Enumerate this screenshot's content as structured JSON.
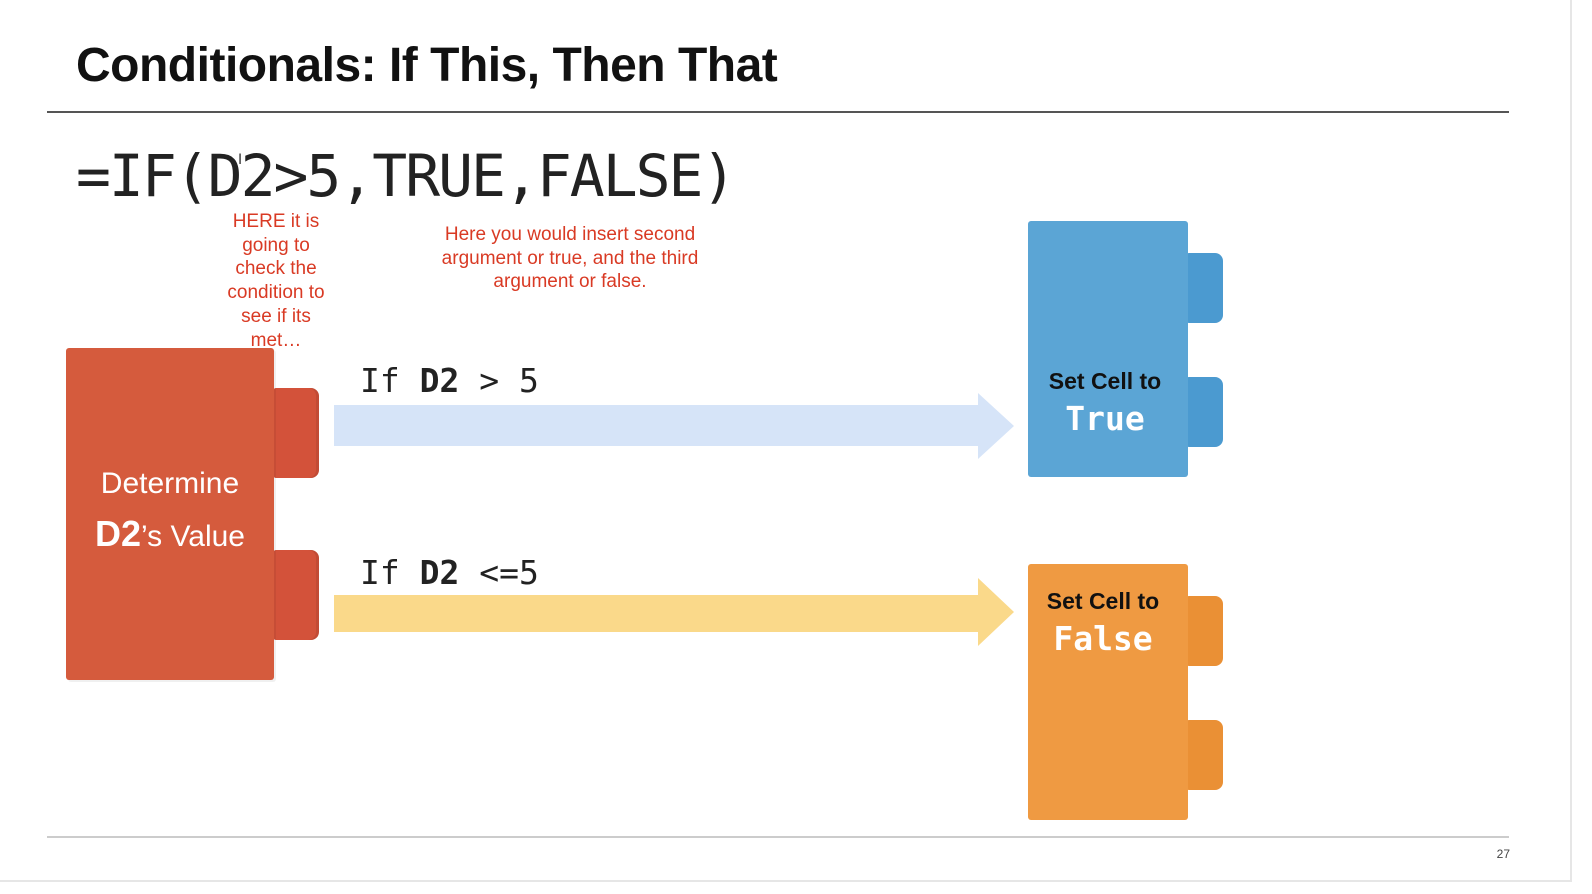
{
  "slide": {
    "title": "Conditionals: If This, Then That",
    "formula": "=IF(D2>5,TRUE,FALSE)",
    "page_number": "27"
  },
  "annotations": {
    "condition_note": "HERE it is going to check the condition to see if its met…",
    "arguments_note": "Here you would insert second argument or true, and the third argument or false."
  },
  "diagram": {
    "source_block": {
      "line1": "Determine",
      "d2": "D2",
      "line2_rest": "’s Value"
    },
    "branch_true": {
      "prefix": "If ",
      "var": "D2",
      "op": " > 5"
    },
    "branch_false": {
      "prefix": "If ",
      "var": "D2",
      "op": " <=5"
    },
    "true_block": {
      "title": "Set Cell to",
      "value": "True"
    },
    "false_block": {
      "title": "Set Cell to",
      "value": "False"
    }
  },
  "colors": {
    "source_block": "#d55b3d",
    "true_block": "#5ba5d5",
    "false_block": "#ef9a42",
    "true_arrow": "#d6e4f8",
    "false_arrow": "#fad98a",
    "annotation_text": "#d93a24"
  }
}
